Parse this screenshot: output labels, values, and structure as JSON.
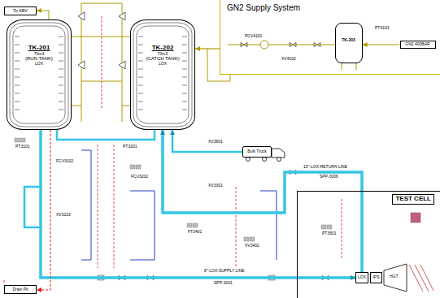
{
  "diagram": {
    "nodes": [
      {
        "text": [
          "To ABV"
        ]
      },
      {
        "text": [
          "TK-201",
          "70m3",
          "(RUN TANK)",
          "LOX"
        ]
      },
      {
        "text": [
          "TK-202",
          "70m3",
          "(CATCH TANK)",
          "LOX"
        ]
      },
      {
        "text": [
          "GN2 Supply System"
        ]
      },
      {
        "text": [
          "TK-203"
        ],
        "in": 3
      },
      {
        "text": [
          "GN2 400BAR"
        ],
        "in": 3
      },
      {
        "text": [
          "Bulk Truck"
        ]
      },
      {
        "text": [
          "TEST CELL"
        ]
      },
      {
        "text": [
          "LOX"
        ],
        "in": 7
      },
      {
        "text": [
          "IPS"
        ],
        "in": 7
      },
      {
        "text": [
          "Drain Pit"
        ]
      }
    ],
    "edges": [
      {
        "from": 1,
        "to": 0,
        "arrow": "to"
      },
      {
        "from": 1,
        "to": 2,
        "arrow": "none"
      },
      {
        "from": 6,
        "to": 2,
        "arrow": "to"
      },
      {
        "from": 1,
        "to": 8,
        "arrow": "to"
      },
      {
        "from": 8,
        "to": 2,
        "arrow": "to"
      },
      {
        "from": 1,
        "to": 10,
        "arrow": "to"
      },
      {
        "from": 3,
        "to": 2,
        "arrow": "to"
      },
      {
        "from": 5,
        "to": 4,
        "arrow": "to"
      }
    ],
    "labels": [
      "10\"-LOX-RETURN LINE",
      "SPP-3006",
      "8\"-LOX-SUPPLY LINE",
      "SPP-3001",
      "HGT",
      "PT3101",
      "FCV3102",
      "XV3103",
      "PT3201",
      "FCV3202",
      "XV3301",
      "FT3401",
      "XV3402",
      "PT3501",
      "XV3601",
      "PCV4101",
      "XV4102",
      "PT4103"
    ]
  }
}
